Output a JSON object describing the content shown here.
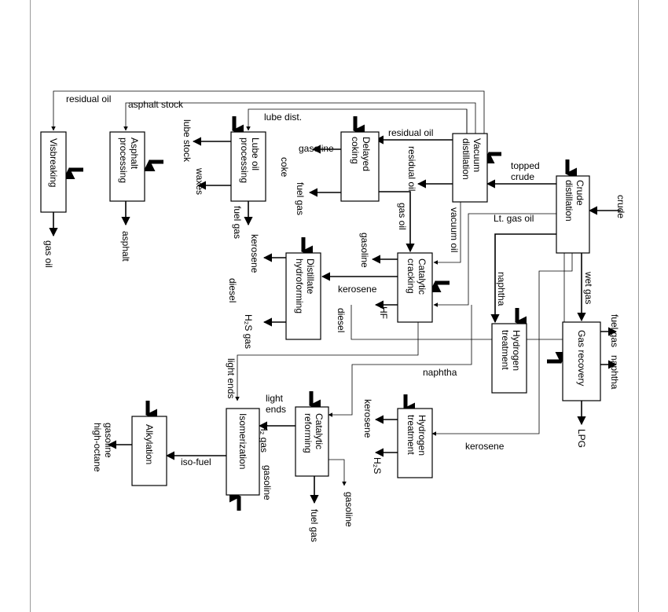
{
  "units": {
    "crude_distillation": [
      "Crude",
      "distillation"
    ],
    "vacuum_distillation": [
      "Vacuum",
      "distillation"
    ],
    "delayed_coking": [
      "Delayed",
      "coking"
    ],
    "lube_oil_processing": [
      "Lube oil",
      "processing"
    ],
    "asphalt_processing": [
      "Asphalt",
      "processing"
    ],
    "visbreaking": [
      "Visbreaking"
    ],
    "catalytic_cracking": [
      "Catalytic",
      "cracking"
    ],
    "distillate_hydroforming": [
      "Distillate",
      "hydroforming"
    ],
    "hydrogen_treatment_1": [
      "Hydrogen",
      "treatment"
    ],
    "gas_recovery": [
      "Gas recovery"
    ],
    "hydrogen_treatment_2": [
      "Hydrogen",
      "treatment"
    ],
    "catalytic_reforming": [
      "Catalytic",
      "reforming"
    ],
    "isomerization": [
      "Isomerization"
    ],
    "alkylation": [
      "Alkylation"
    ]
  },
  "streams": {
    "crude": "crude",
    "topped_crude": [
      "topped",
      "crude"
    ],
    "lt_gas_oil": "Lt. gas oil",
    "wet_gas": "wet gas",
    "naphtha_a": "naphtha",
    "naphtha_b": "naphtha",
    "kerosene_line": "kerosene",
    "fuel_gas_gr": "fuel gas",
    "naphtha_gr": "naphtha",
    "lpg": "LPG",
    "residual_oil_a": "residual oil",
    "residual_oil_b": "residual oil",
    "residual_oil_c": "residual oil",
    "asphalt_stock": "asphalt stock",
    "lube_dist": "lube dist.",
    "vacuum_oil": "vacuum oil",
    "gas_oil_cc": "gas oil",
    "gasoline_coke": "gasoline",
    "coke": "coke",
    "fuel_gas_coke": "fuel gas",
    "lube_stock": "lube stock",
    "waxes": "waxes",
    "fuel_gas_lube": "fuel gas",
    "asphalt": "asphalt",
    "gas_oil_vis": "gas oil",
    "gasoline_cc": "gasoline",
    "kerosene_cc": "kerosene",
    "hf": "HF",
    "diesel_cc": "diesel",
    "kerosene_dh": "kerosene",
    "diesel_dh": "diesel",
    "h2s_gas": "H₂S gas",
    "light_ends_a": "light ends",
    "light_ends_b": [
      "light",
      "ends"
    ],
    "h2_gas": "H₂ gas",
    "gasoline_ref_a": "gasoline",
    "gasoline_ref_b": "gasoline",
    "fuel_gas_ref": "fuel gas",
    "kerosene_ht": "kerosene",
    "h2s_ht": "H₂S",
    "iso_fuel": "iso-fuel",
    "high_octane_gasoline": [
      "high-octane",
      "gasoline"
    ]
  }
}
